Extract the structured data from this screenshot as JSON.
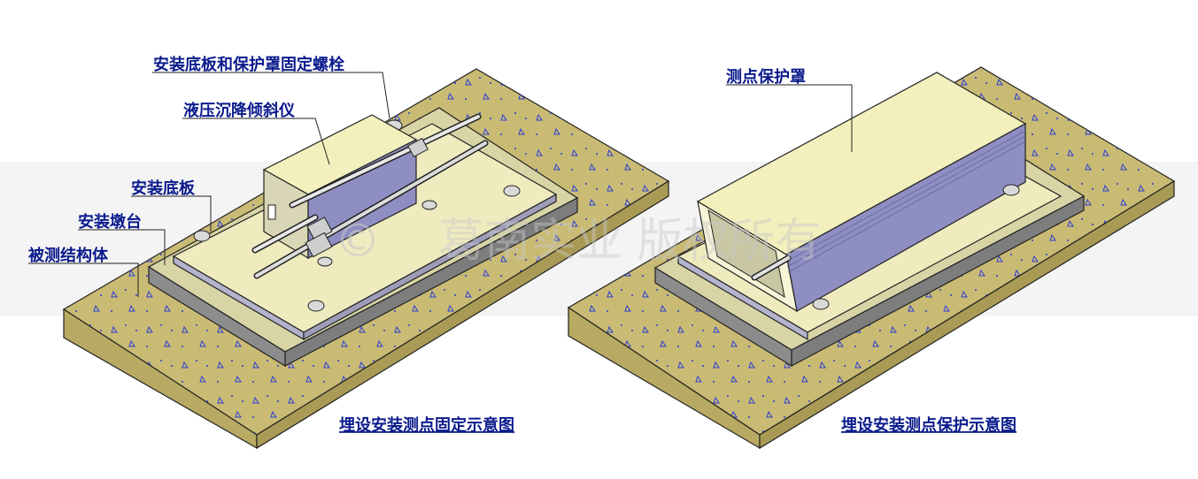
{
  "colors": {
    "concrete_top": "#c9bb74",
    "concrete_side": "#b8aa62",
    "pier_top": "#d8d4a6",
    "pier_side": "#8a8a8a",
    "plate_top": "#efebbf",
    "plate_side": "#b3b3cc",
    "housing_top": "#f3f0bd",
    "housing_side": "#8e8ec2",
    "label_blue": "#0a1a8c",
    "watermark_band": "#ebebeb"
  },
  "left_figure": {
    "labels": {
      "bolt": "安装底板和保护罩固定螺栓",
      "sensor": "液压沉降倾斜仪",
      "base_plate": "安装底板",
      "pier": "安装墩台",
      "structure": "被测结构体"
    },
    "caption": "埋设安装测点固定示意图"
  },
  "right_figure": {
    "labels": {
      "cover": "测点保护罩"
    },
    "caption": "埋设安装测点保护示意图"
  },
  "watermark": {
    "symbol": "©",
    "text": "葛南实业 版权所有"
  }
}
